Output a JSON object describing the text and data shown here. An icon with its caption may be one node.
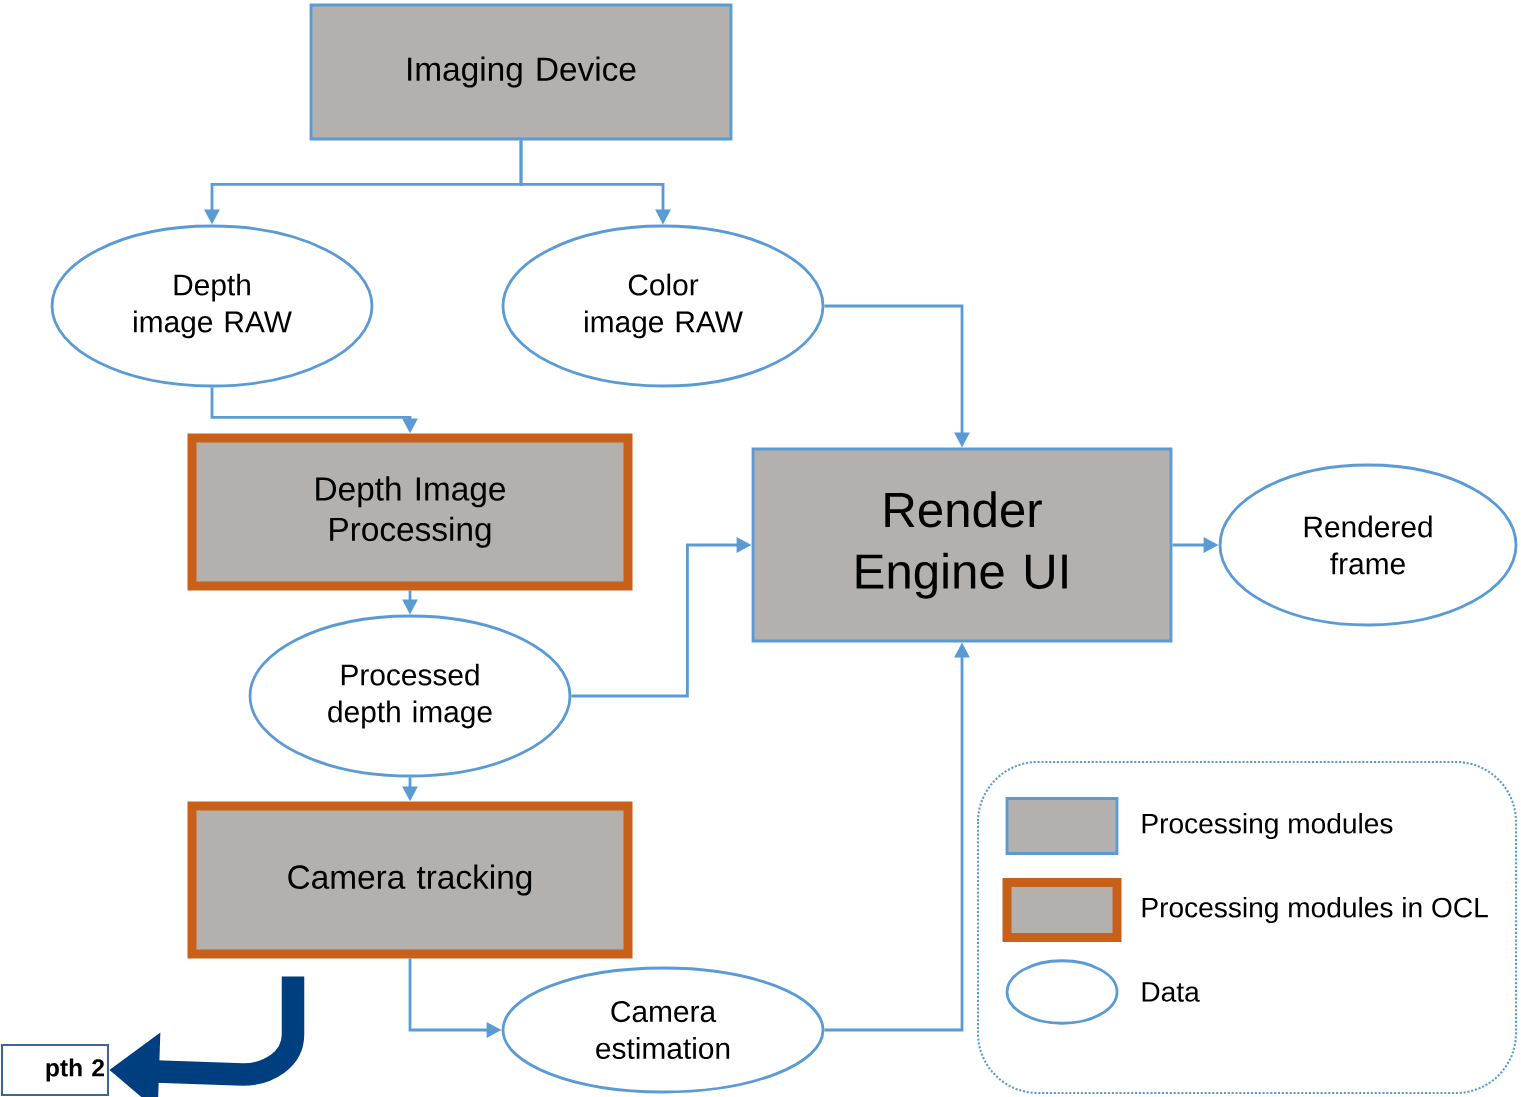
{
  "diagram": {
    "nodes": [
      {
        "text": [
          "Imaging Device"
        ]
      },
      {
        "text": [
          "Depth image RAW"
        ]
      },
      {
        "text": [
          "Color image RAW"
        ]
      },
      {
        "text": [
          "Depth Image Processing"
        ]
      },
      {
        "text": [
          "Render Engine UI"
        ]
      },
      {
        "text": [
          "Rendered frame"
        ]
      },
      {
        "text": [
          "Processed depth image"
        ]
      },
      {
        "text": [
          "Camera tracking"
        ]
      },
      {
        "text": [
          "Camera estimation"
        ]
      },
      {
        "text": [
          "pth 2"
        ]
      }
    ],
    "edges": [
      {
        "from": 0,
        "to": 1,
        "arrow": "to"
      },
      {
        "from": 0,
        "to": 2,
        "arrow": "to"
      },
      {
        "from": 1,
        "to": 3,
        "arrow": "to"
      },
      {
        "from": 2,
        "to": 4,
        "arrow": "to"
      },
      {
        "from": 3,
        "to": 6,
        "arrow": "to"
      },
      {
        "from": 6,
        "to": 4,
        "arrow": "to"
      },
      {
        "from": 4,
        "to": 5,
        "arrow": "to"
      },
      {
        "from": 6,
        "to": 7,
        "arrow": "to"
      },
      {
        "from": 7,
        "to": 8,
        "arrow": "to"
      },
      {
        "from": 8,
        "to": 4,
        "arrow": "to"
      },
      {
        "from": 7,
        "to": 9,
        "arrow": "to",
        "style": "thick",
        "color": "#003f7f"
      }
    ],
    "legend": [
      {
        "text": "Processing modules"
      },
      {
        "text": "Processing modules in OCL"
      },
      {
        "text": "Data"
      }
    ]
  }
}
